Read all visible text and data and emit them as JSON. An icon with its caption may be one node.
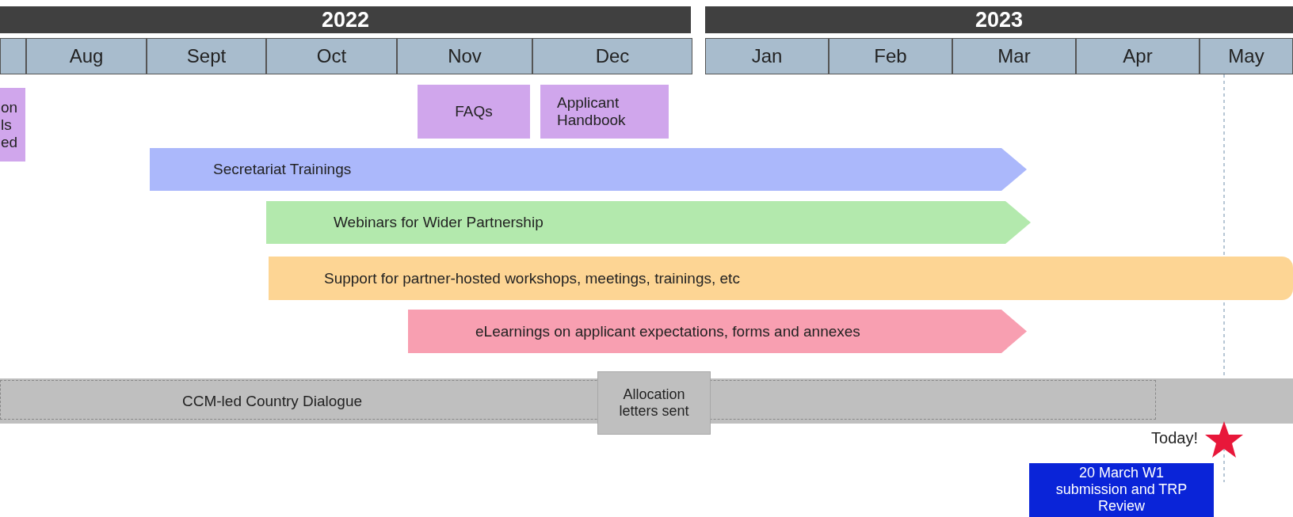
{
  "diagram": {
    "nodes": [
      {
        "text": [
          "2022"
        ]
      },
      {
        "text": [
          "2023"
        ]
      },
      {
        "text": [],
        "shape": "box"
      },
      {
        "text": [
          "Aug"
        ]
      },
      {
        "text": [
          "Sept"
        ]
      },
      {
        "text": [
          "Oct"
        ]
      },
      {
        "text": [
          "Nov"
        ]
      },
      {
        "text": [
          "Dec"
        ]
      },
      {
        "text": [
          "Jan"
        ]
      },
      {
        "text": [
          "Feb"
        ]
      },
      {
        "text": [
          "Mar"
        ]
      },
      {
        "text": [
          "Apr"
        ]
      },
      {
        "text": [
          "May"
        ]
      },
      {
        "text": [
          "on ls ed"
        ]
      },
      {
        "text": [
          "FAQs"
        ]
      },
      {
        "text": [
          "Applicant Handbook"
        ]
      },
      {
        "text": [
          "Secretariat Trainings"
        ]
      },
      {
        "text": [
          "Webinars for Wider Partnership"
        ]
      },
      {
        "text": [
          "Support for partner-hosted workshops, meetings, trainings, etc"
        ]
      },
      {
        "text": [
          "eLearnings on applicant expectations, forms and annexes"
        ]
      },
      {
        "text": [
          "CCM-led Country Dialogue"
        ]
      },
      {
        "text": [
          "Allocation letters sent"
        ]
      },
      {
        "text": [],
        "shape": "star",
        "beside": [
          "Today!"
        ]
      },
      {
        "text": [
          "20 March W1 submission and TRP Review"
        ]
      }
    ]
  }
}
